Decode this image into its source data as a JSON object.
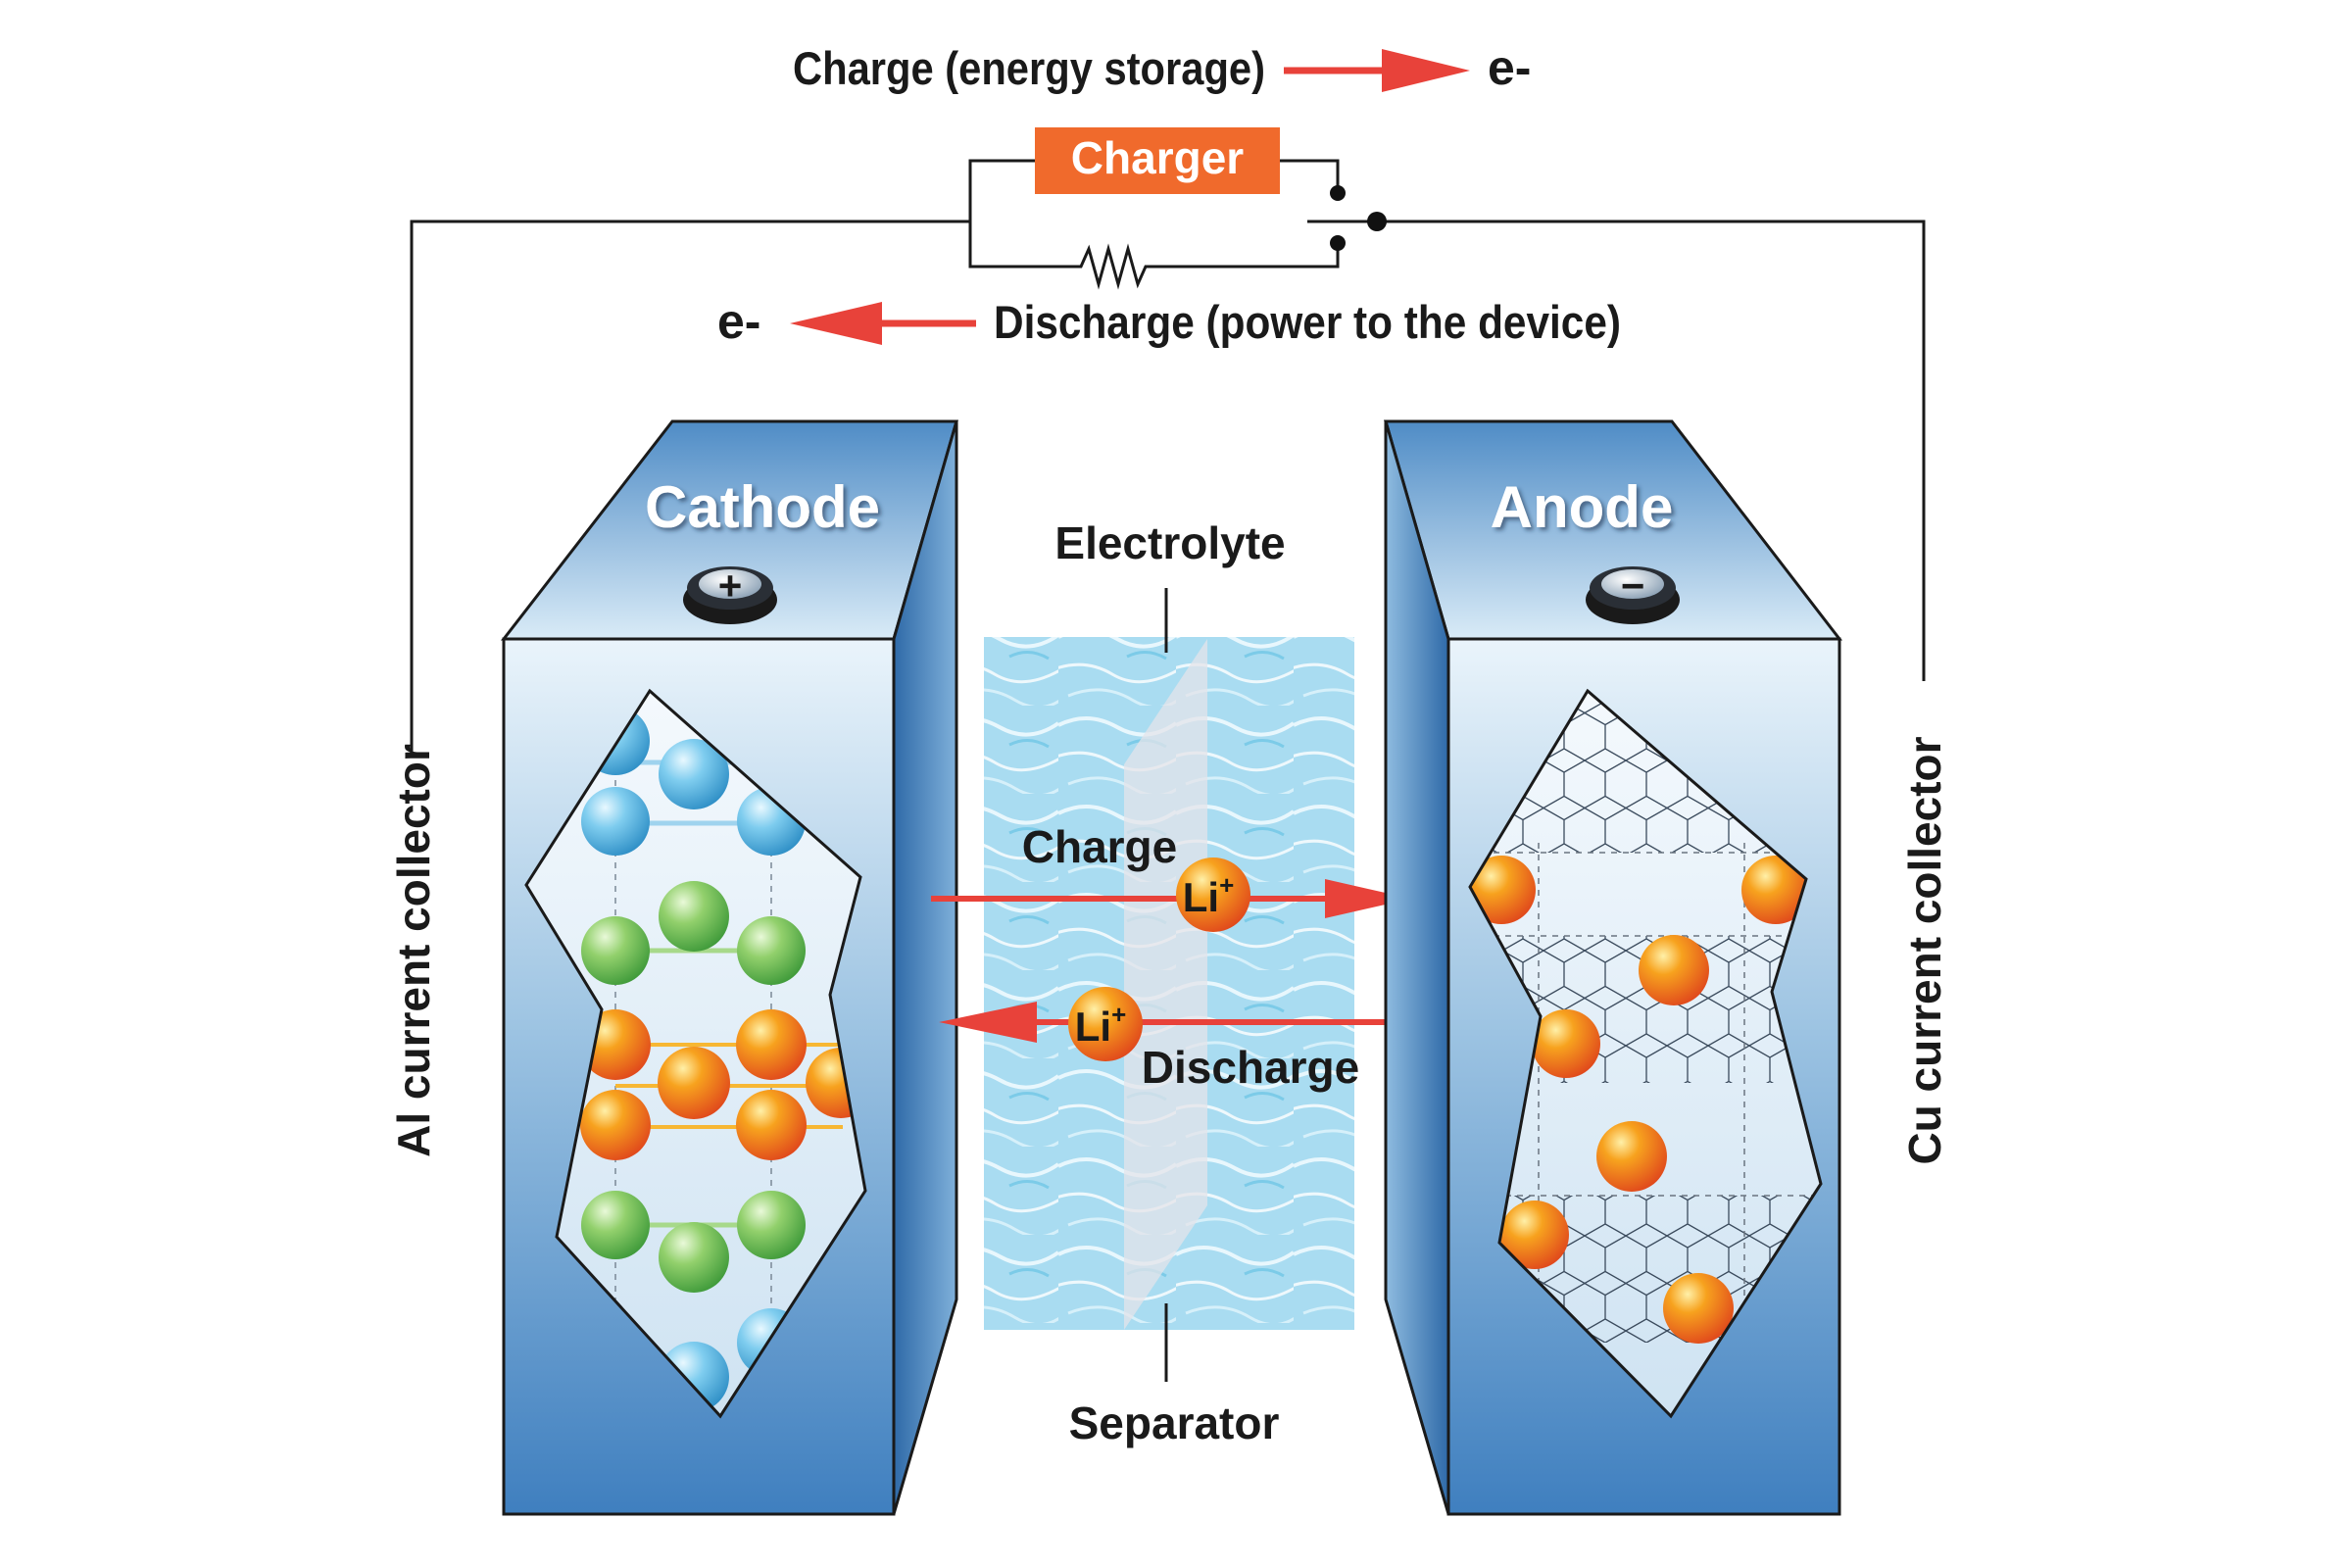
{
  "labels": {
    "charge_title": "Charge (energy storage)",
    "charge_electron": "e-",
    "discharge_title": "Discharge (power to the device)",
    "discharge_electron": "e-",
    "charger": "Charger",
    "cathode": "Cathode",
    "anode": "Anode",
    "cathode_sign": "+",
    "anode_sign": "−",
    "electrolyte": "Electrolyte",
    "separator": "Separator",
    "charge_flow": "Charge",
    "discharge_flow": "Discharge",
    "ion_top": "Li",
    "ion_top_sup": "+",
    "ion_bottom": "Li",
    "ion_bottom_sup": "+",
    "al_collector": "Al current collector",
    "cu_collector": "Cu current collector"
  },
  "colors": {
    "arrow_red": "#e8423a",
    "charger_orange": "#f06a2c",
    "electrode_blue": "#3f7fbf",
    "electrolyte_cyan": "#bfe6f5",
    "lithium_orange": "#f7931e",
    "cobalt_blue": "#5bbde6",
    "oxygen_green": "#7cc35a"
  }
}
